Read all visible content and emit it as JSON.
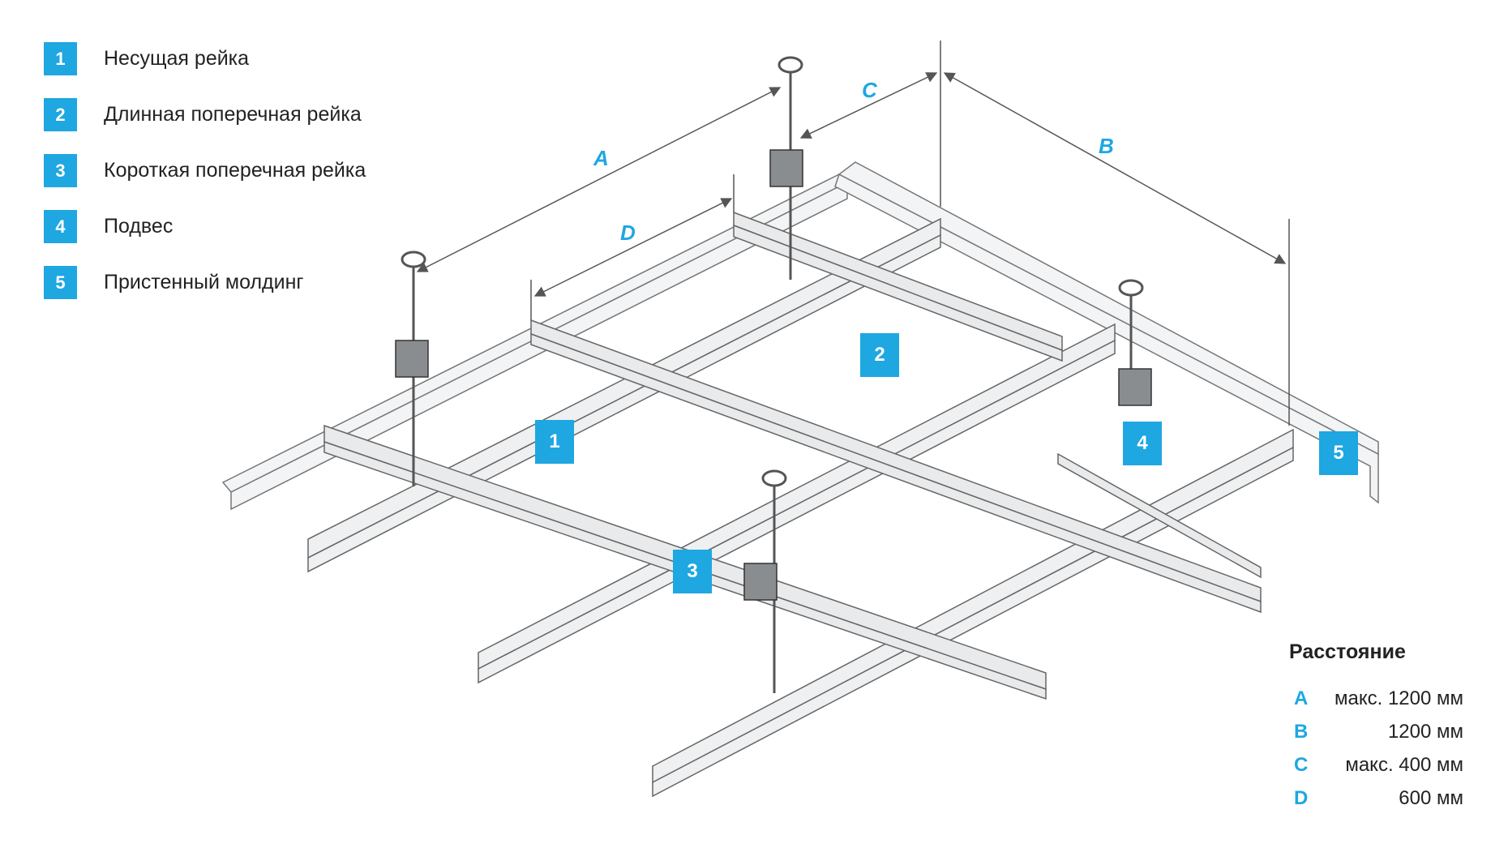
{
  "legend": {
    "items": [
      {
        "number": "1",
        "label": "Несущая рейка"
      },
      {
        "number": "2",
        "label": "Длинная поперечная рейка"
      },
      {
        "number": "3",
        "label": "Короткая поперечная рейка"
      },
      {
        "number": "4",
        "label": "Подвес"
      },
      {
        "number": "5",
        "label": "Пристенный молдинг"
      }
    ]
  },
  "callouts": [
    "1",
    "2",
    "3",
    "4",
    "5"
  ],
  "dimensions": [
    "A",
    "B",
    "C",
    "D"
  ],
  "distances": {
    "title": "Расстояние",
    "rows": [
      {
        "letter": "A",
        "value": "макс. 1200 мм"
      },
      {
        "letter": "B",
        "value": "1200 мм"
      },
      {
        "letter": "C",
        "value": "макс. 400 мм"
      },
      {
        "letter": "D",
        "value": "600 мм"
      }
    ]
  },
  "colors": {
    "accent": "#1ea7e1",
    "line": "#555555",
    "rail_fill": "#eef0f1"
  }
}
